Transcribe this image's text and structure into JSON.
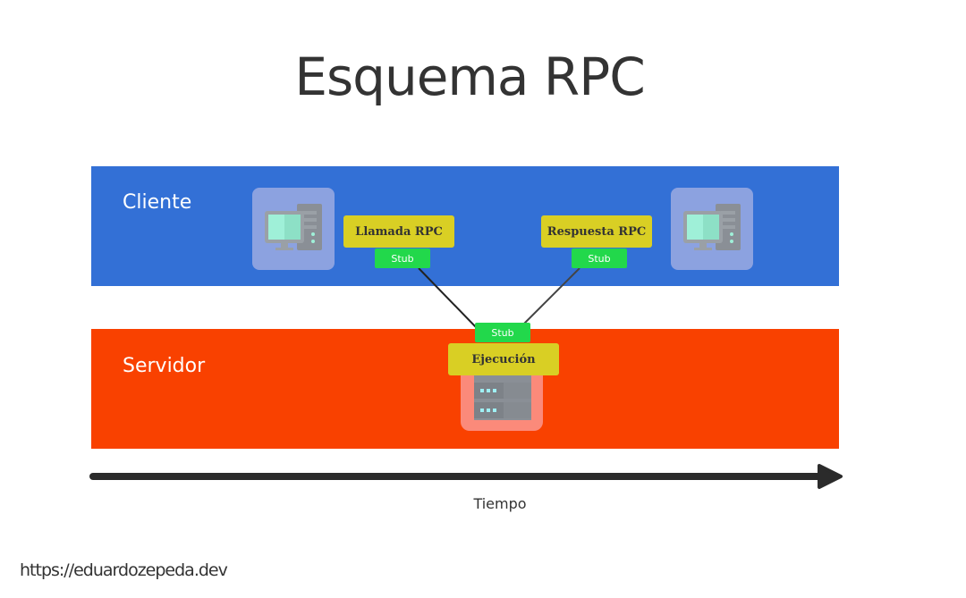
{
  "title": "Esquema RPC",
  "lanes": {
    "client": {
      "label": "Cliente",
      "color": "#3370d6"
    },
    "server": {
      "label": "Servidor",
      "color": "#f94100"
    }
  },
  "callouts": {
    "call": "Llamada RPC",
    "response": "Respuesta RPC",
    "execution": "Ejecución"
  },
  "stubs": {
    "client_call": "Stub",
    "client_response": "Stub",
    "server": "Stub"
  },
  "icons": {
    "client_start": "desktop-computer-icon",
    "client_end": "desktop-computer-icon",
    "server": "server-rack-icon"
  },
  "timeline": {
    "label": "Tiempo"
  },
  "footer": {
    "url": "https://eduardozepeda.dev"
  }
}
